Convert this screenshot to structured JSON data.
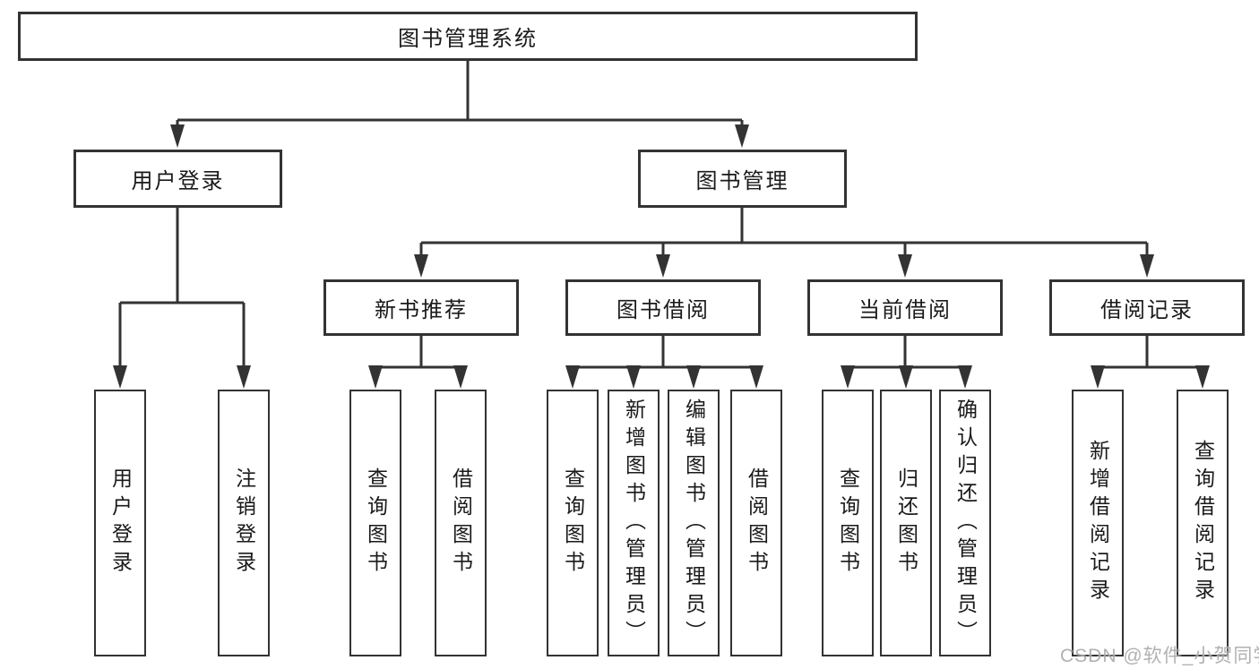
{
  "diagram": {
    "root": {
      "label": "图书管理系统",
      "children": [
        {
          "label": "用户登录",
          "children": [
            {
              "label": "用户登录"
            },
            {
              "label": "注销登录"
            }
          ]
        },
        {
          "label": "图书管理",
          "children": [
            {
              "label": "新书推荐",
              "children": [
                {
                  "label": "查询图书"
                },
                {
                  "label": "借阅图书"
                }
              ]
            },
            {
              "label": "图书借阅",
              "children": [
                {
                  "label": "查询图书"
                },
                {
                  "label": "新增图书（管理员）"
                },
                {
                  "label": "编辑图书（管理员）"
                },
                {
                  "label": "借阅图书"
                }
              ]
            },
            {
              "label": "当前借阅",
              "children": [
                {
                  "label": "查询图书"
                },
                {
                  "label": "归还图书"
                },
                {
                  "label": "确认归还（管理员）"
                }
              ]
            },
            {
              "label": "借阅记录",
              "children": [
                {
                  "label": "新增借阅记录"
                },
                {
                  "label": "查询借阅记录"
                }
              ]
            }
          ]
        }
      ]
    },
    "watermark": "CSDN @软件_小贺同学",
    "colors": {
      "line": "#333333",
      "text": "#1a1a1a",
      "watermark": "#a9a9a9",
      "background": "#ffffff"
    }
  }
}
